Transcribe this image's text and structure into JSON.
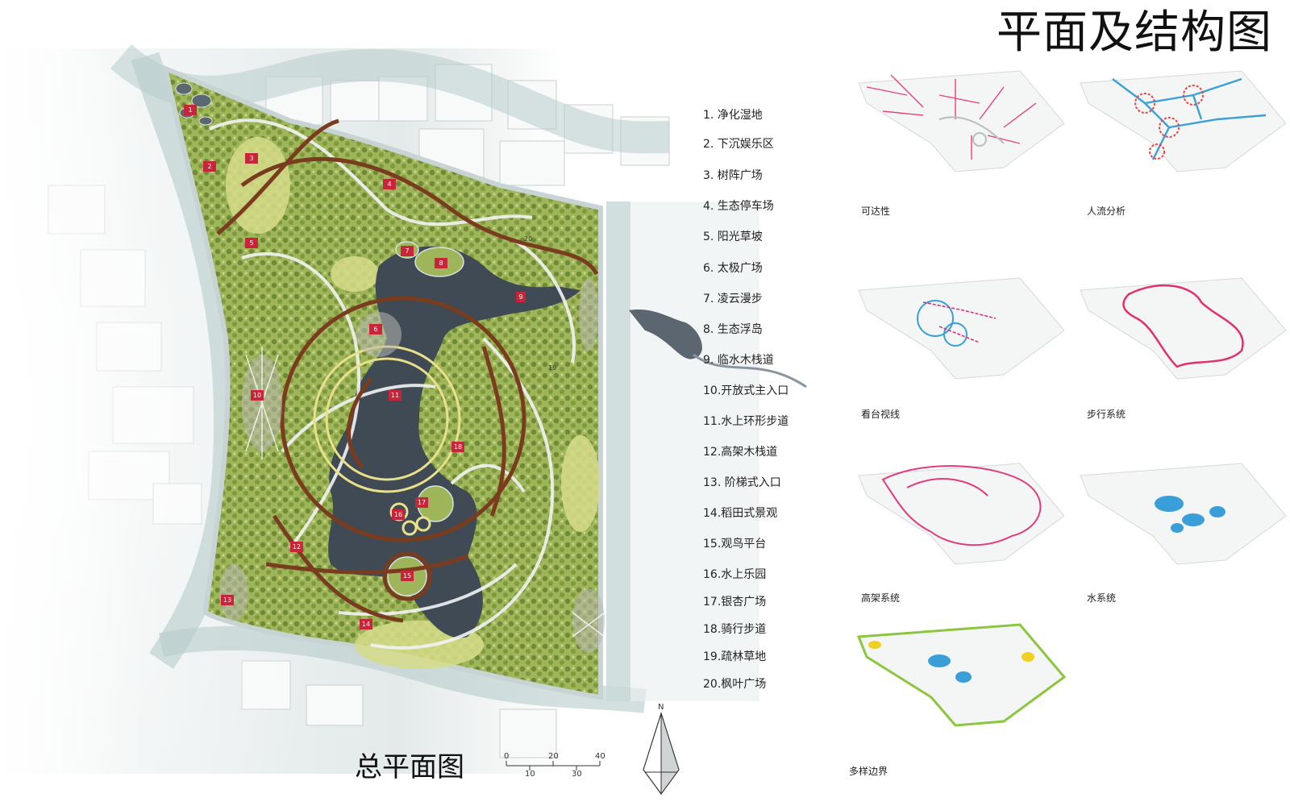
{
  "page_title": "平面及结构图",
  "plan_title": "总平面图",
  "legend": [
    "1. 净化湿地",
    "2. 下沉娱乐区",
    "3.  树阵广场",
    "4. 生态停车场",
    "5. 阳光草坡",
    "6. 太极广场",
    "7. 凌云漫步",
    "8. 生态浮岛",
    "9. 临水木栈道",
    "10.开放式主入口",
    "11.水上环形步道",
    "12.高架木栈道",
    "13. 阶梯式入口",
    "14.稻田式景观",
    "15.观鸟平台",
    "16.水上乐园",
    "17.银杏广场",
    "18.骑行步道",
    "19.疏林草地",
    "20.枫叶广场"
  ],
  "analysis_diagrams": [
    {
      "label": "可达性",
      "accent": "#e8407a"
    },
    {
      "label": "人流分析",
      "accent": "#3aa0d8"
    },
    {
      "label": "看台视线",
      "accent": "#d4337e"
    },
    {
      "label": "步行系统",
      "accent": "#e2306e"
    },
    {
      "label": "高架系统",
      "accent": "#e23a7e"
    },
    {
      "label": "水系统",
      "accent": "#3a9ed8"
    },
    {
      "label": "多样边界",
      "accent": "#8cc63f"
    }
  ],
  "scale_bar": [
    "0",
    "10",
    "20",
    "30",
    "40"
  ],
  "north_label": "N",
  "plan_markers": [
    "1",
    "2",
    "3",
    "4",
    "5",
    "6",
    "7",
    "8",
    "9",
    "10",
    "11",
    "12",
    "13",
    "14",
    "15",
    "16",
    "17",
    "18",
    "19",
    "20"
  ],
  "colors": {
    "park_green": "#a6b85a",
    "water": "#3f4a55",
    "boardwalk": "#7a3c1e",
    "marker": "#c8253a",
    "road": "#b8cccc"
  }
}
